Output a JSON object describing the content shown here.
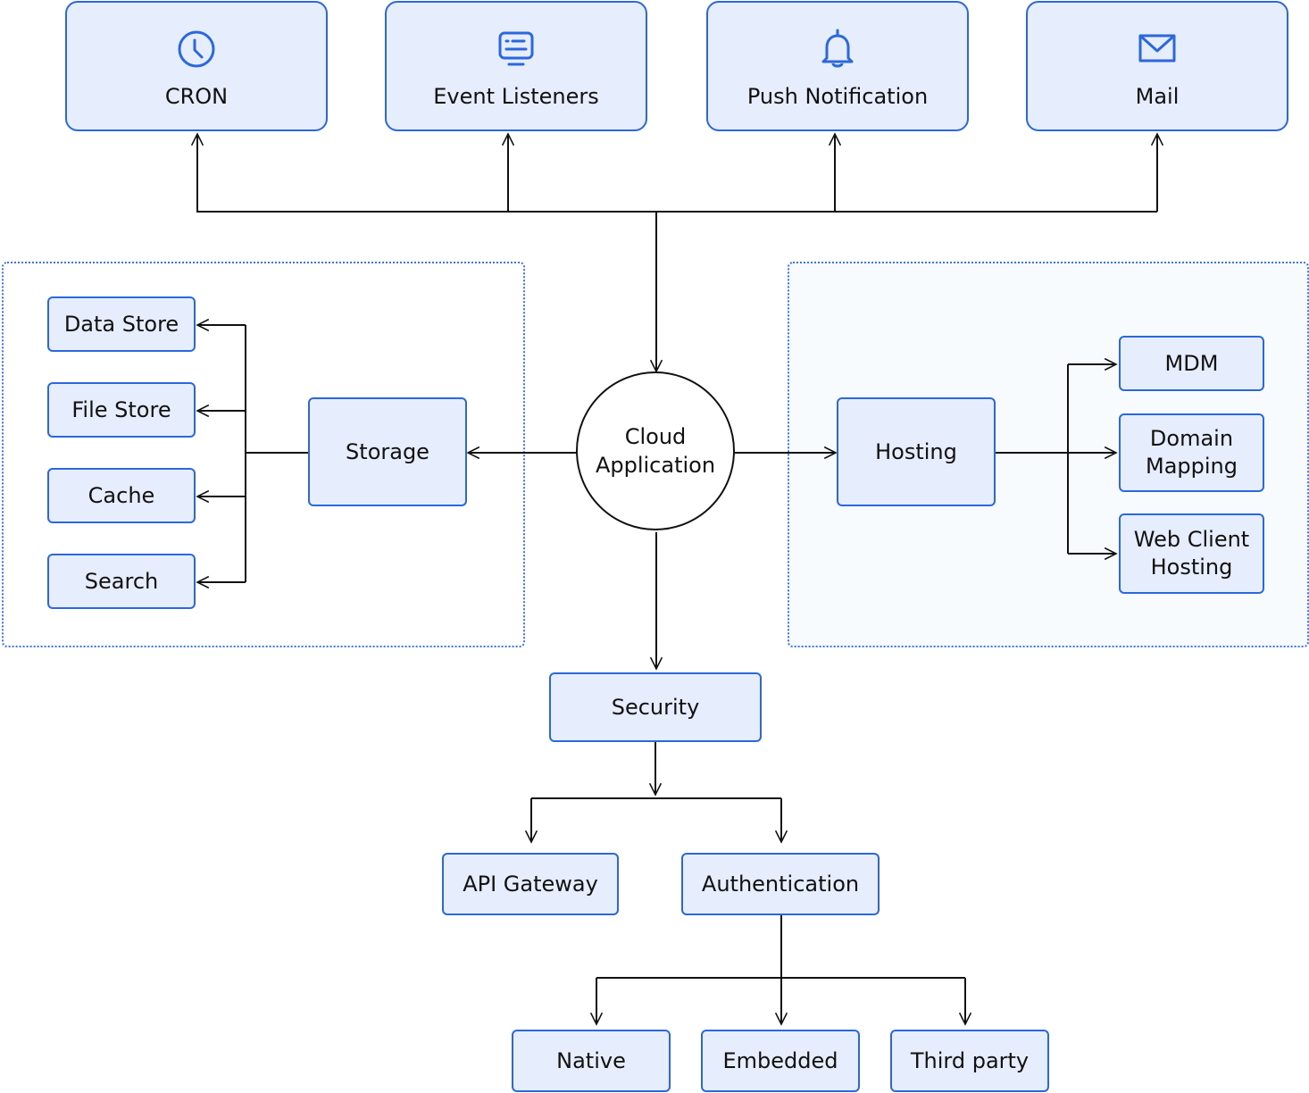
{
  "colors": {
    "node_fill": "#e6edfd",
    "node_border": "#2b68dc",
    "group_border": "#3a74e0",
    "line": "#111111"
  },
  "top_row": [
    {
      "label": "CRON",
      "icon": "clock-icon"
    },
    {
      "label": "Event Listeners",
      "icon": "monitor-icon"
    },
    {
      "label": "Push Notification",
      "icon": "bell-icon"
    },
    {
      "label": "Mail",
      "icon": "mail-icon"
    }
  ],
  "center": {
    "label": "Cloud\nApplication"
  },
  "storage": {
    "label": "Storage",
    "children": [
      "Data Store",
      "File Store",
      "Cache",
      "Search"
    ]
  },
  "hosting": {
    "label": "Hosting",
    "children": [
      "MDM",
      "Domain\nMapping",
      "Web Client\nHosting"
    ]
  },
  "security": {
    "label": "Security",
    "children": [
      "API Gateway",
      "Authentication"
    ]
  },
  "authentication": {
    "children": [
      "Native",
      "Embedded",
      "Third party"
    ]
  }
}
